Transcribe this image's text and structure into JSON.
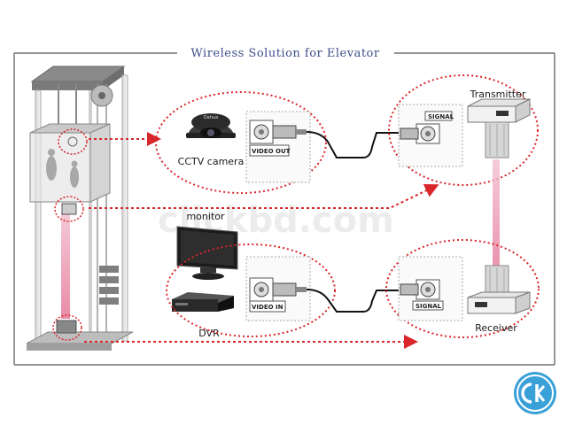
{
  "title": "Wireless Solution for Elevator",
  "labels": {
    "cctv_camera": "CCTV camera",
    "monitor": "monitor",
    "dvr": "DVR",
    "transmitter": "Transmitter",
    "receiver": "Receiver",
    "video_out": "VIDEO OUT",
    "video_in": "VIDEO IN",
    "signal_top": "SIGNAL",
    "signal_bottom": "SIGNAL",
    "camera_brand": "Dahua"
  },
  "watermark": "clickbd.com",
  "colors": {
    "title": "#3a4f8a",
    "dashed_arrow": "#d9262b",
    "beam": "#e8a0b4",
    "badge": "#3aa0d8"
  }
}
